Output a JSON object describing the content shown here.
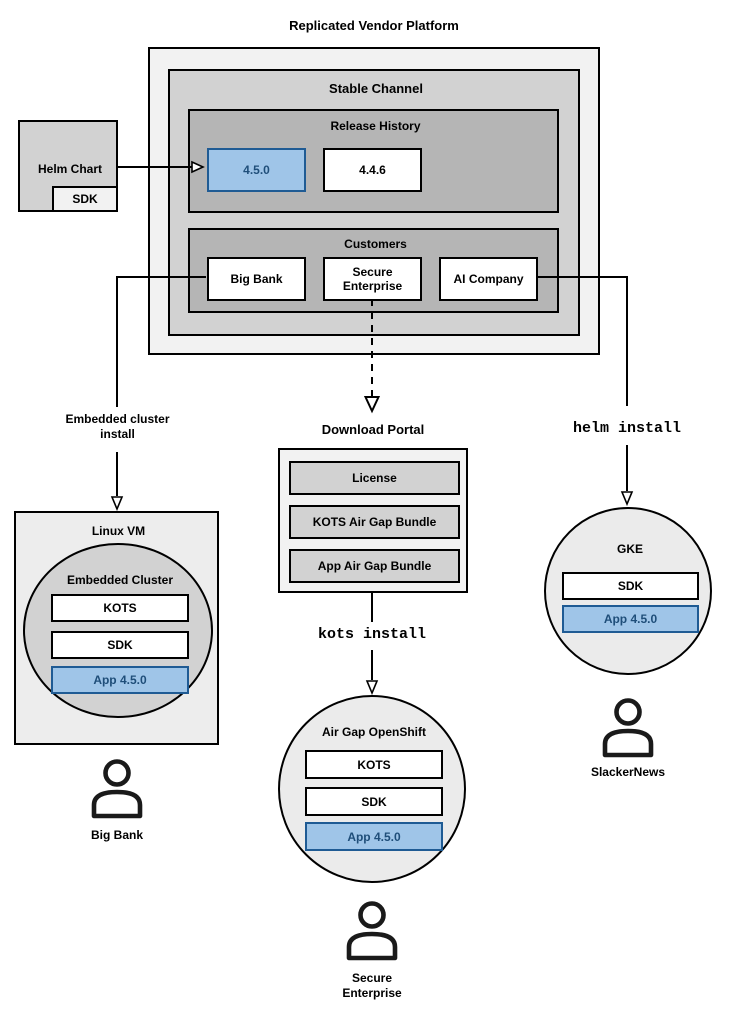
{
  "platform": {
    "title": "Replicated Vendor Platform",
    "stable_channel": {
      "title": "Stable Channel",
      "release_history": {
        "title": "Release History",
        "releases": [
          {
            "version": "4.5.0",
            "highlighted": true
          },
          {
            "version": "4.4.6",
            "highlighted": false
          }
        ]
      },
      "customers": {
        "title": "Customers",
        "items": [
          {
            "name": "Big Bank"
          },
          {
            "name": "Secure Enterprise"
          },
          {
            "name": "AI Company"
          }
        ]
      }
    }
  },
  "helm_chart": {
    "label": "Helm Chart",
    "sdk": "SDK"
  },
  "download_portal": {
    "title": "Download Portal",
    "items": [
      "License",
      "KOTS Air Gap Bundle",
      "App Air Gap Bundle"
    ]
  },
  "installs": {
    "embedded": {
      "edge_label": "Embedded cluster install",
      "host_label": "Linux VM",
      "cluster_label": "Embedded Cluster",
      "components": [
        "KOTS",
        "SDK",
        "App 4.5.0"
      ],
      "user": "Big Bank"
    },
    "airgap": {
      "edge_label": "kots install",
      "cluster_label": "Air Gap OpenShift",
      "components": [
        "KOTS",
        "SDK",
        "App 4.5.0"
      ],
      "user": "Secure Enterprise"
    },
    "helm": {
      "edge_label": "helm install",
      "cluster_label": "GKE",
      "components": [
        "SDK",
        "App 4.5.0"
      ],
      "user": "SlackerNews"
    }
  },
  "colors": {
    "highlight_fill": "#9fc5e8",
    "highlight_border": "#1f5b94",
    "highlight_text": "#1f4e79",
    "node_fill": "#ffffff",
    "fill_outer": "#f2f2f2",
    "fill_mid": "#d2d2d2",
    "fill_inner": "#b5b5b5",
    "fill_host": "#ededed",
    "fill_cluster_dark": "#d2d2d2",
    "fill_cluster_light": "#ebebeb",
    "line": "#000000",
    "person": "#1a1a1a"
  }
}
